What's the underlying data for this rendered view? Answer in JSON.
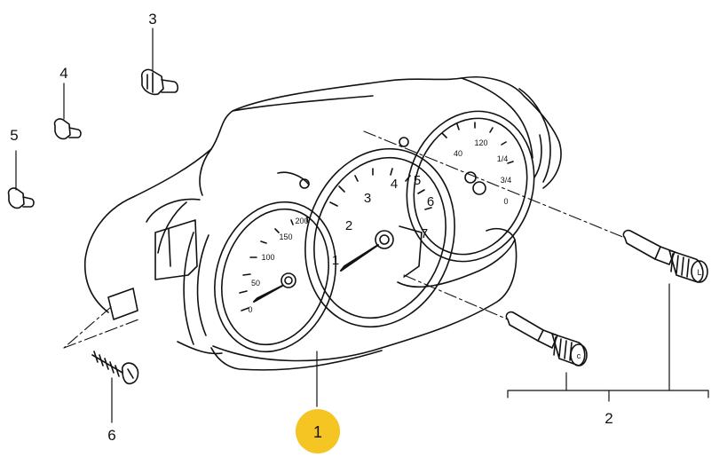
{
  "callouts": {
    "c1": "1",
    "c2": "2",
    "c3": "3",
    "c4": "4",
    "c5": "5",
    "c6": "6"
  },
  "highlight_color": "#f5c523",
  "speedometer": {
    "labels": [
      "0",
      "50",
      "100",
      "150",
      "200"
    ]
  },
  "tachometer": {
    "labels": [
      "1",
      "2",
      "3",
      "4",
      "5",
      "6",
      "7"
    ]
  },
  "right_gauge": {
    "labels": [
      "40",
      "120",
      "1/4",
      "3/4",
      "0"
    ]
  },
  "knob_marks": {
    "clock": "L",
    "trip": "c"
  }
}
